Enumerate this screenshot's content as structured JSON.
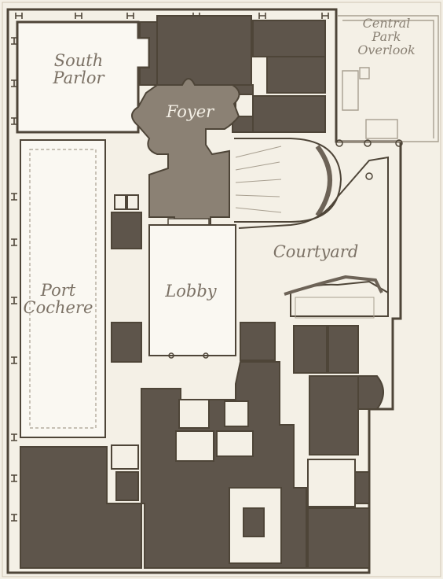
{
  "map": {
    "rooms": {
      "south_parlor": {
        "line1": "South",
        "line2": "Parlor"
      },
      "foyer": {
        "label": "Foyer"
      },
      "central_park_overlook": {
        "line1": "Central",
        "line2": "Park",
        "line3": "Overlook"
      },
      "courtyard": {
        "label": "Courtyard"
      },
      "lobby": {
        "label": "Lobby"
      },
      "port_cochere": {
        "line1": "Port",
        "line2": "Cochere"
      }
    },
    "colors": {
      "background": "#f4f0e6",
      "wall": "#4e4538",
      "dark_fill": "#5e554b",
      "foyer_fill": "#8b8174",
      "label": "#7c7266"
    }
  }
}
